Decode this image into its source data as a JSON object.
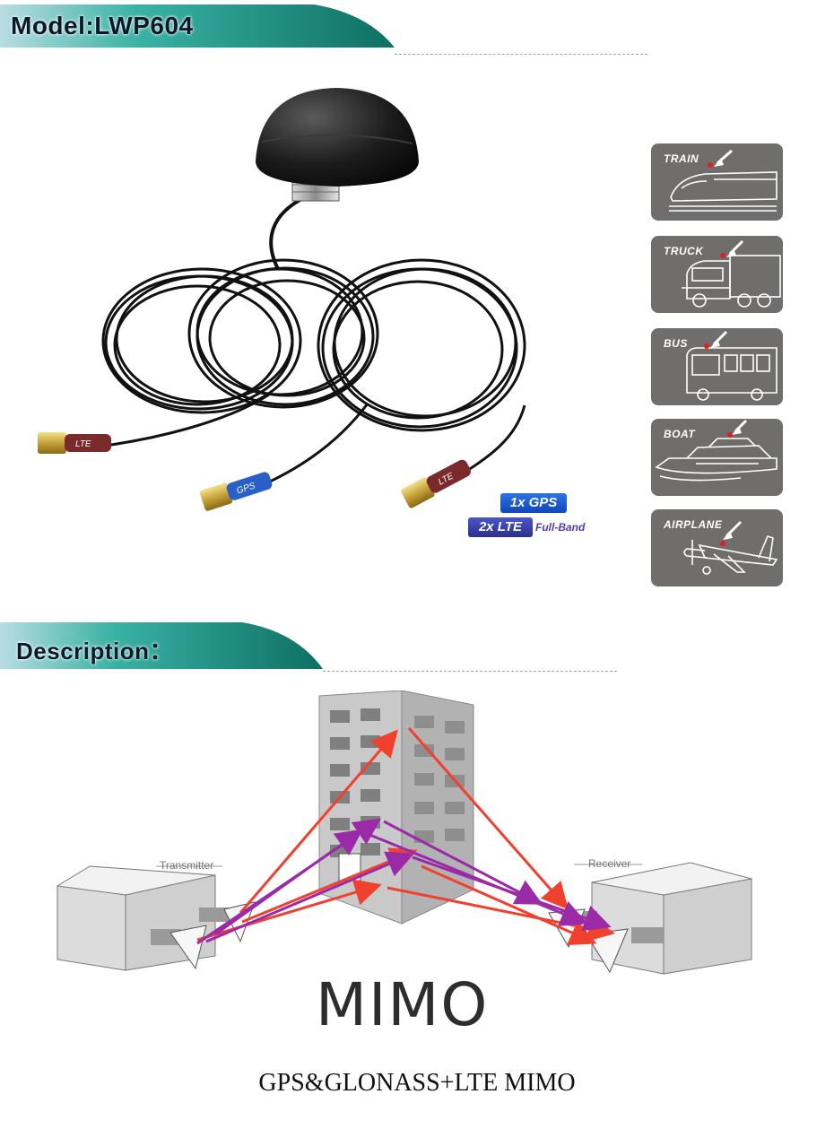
{
  "header": {
    "title": "Model:LWP604",
    "accent": "#1f9a88"
  },
  "product": {
    "connector_labels": [
      "LTE",
      "GPS",
      "LTE"
    ],
    "badges": {
      "gps": "1x GPS",
      "lte": "2x LTE",
      "lte_note": "Full-Band"
    }
  },
  "vehicles": [
    "TRAIN",
    "TRUCK",
    "BUS",
    "BOAT",
    "AIRPLANE"
  ],
  "description": {
    "title": "Description："
  },
  "mimo": {
    "transmitter_label": "Transmitter",
    "receiver_label": "Receiver",
    "word": "MIMO",
    "colors": {
      "red": "#f0402e",
      "purple": "#9a2aa8"
    }
  },
  "footer": {
    "caption": "GPS&GLONASS+LTE MIMO"
  }
}
